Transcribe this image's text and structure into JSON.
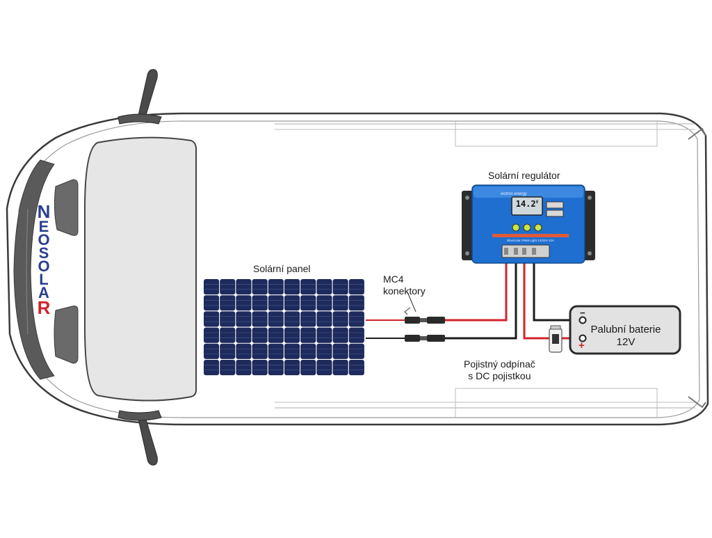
{
  "brand": {
    "logo_text": "NEOSOLAR",
    "colors": {
      "blue": "#2a3f8f",
      "red": "#d2232a"
    }
  },
  "labels": {
    "solar_panel": "Solární panel",
    "regulator": "Solární regulátor",
    "mc4_line1": "MC4",
    "mc4_line2": "konektory",
    "fuse_line1": "Pojistný odpínač",
    "fuse_line2": "s DC pojistkou",
    "battery_line1": "Palubní baterie",
    "battery_line2": "12V"
  },
  "regulator": {
    "display": "14.2",
    "display_unit": "V",
    "brand_text": "victron energy",
    "model_text": "BlueSolar PWM-Light 12/24V-10A"
  },
  "battery": {
    "minus": "−",
    "plus": "+"
  },
  "wires": {
    "positive": "#d2232a",
    "negative": "#1c1c1c"
  },
  "components": [
    {
      "id": "solar_panel",
      "name": "Solární panel"
    },
    {
      "id": "mc4",
      "name": "MC4 konektory"
    },
    {
      "id": "regulator",
      "name": "Solární regulátor"
    },
    {
      "id": "fuse",
      "name": "Pojistný odpínač s DC pojistkou"
    },
    {
      "id": "battery",
      "name": "Palubní baterie 12V"
    }
  ]
}
